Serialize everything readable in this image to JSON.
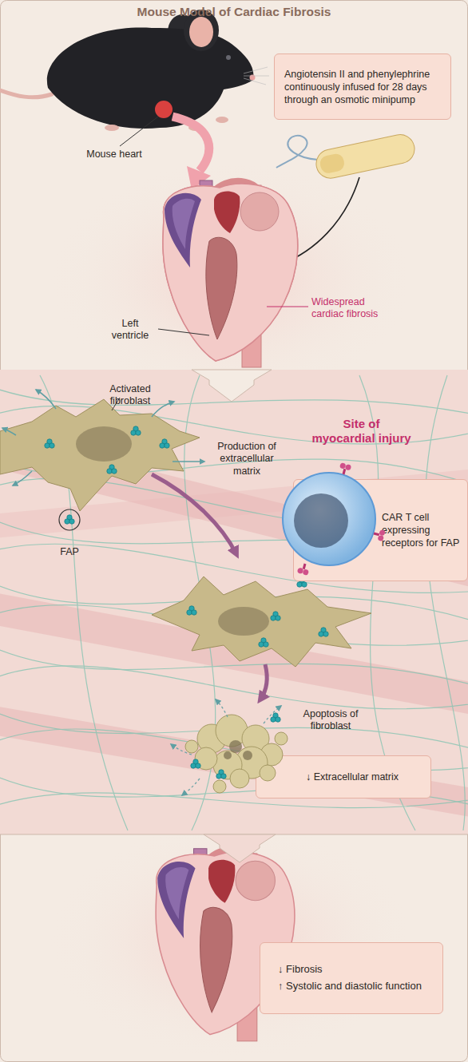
{
  "diagram": {
    "title": "Mouse Model of Cardiac Fibrosis",
    "nodes": [
      {
        "text": [
          "Angiotensin II and phenylephrine continuously infused for 28 days through an osmotic minipump"
        ]
      },
      {
        "text": [
          "CAR T cell expressing receptors for FAP"
        ]
      },
      {
        "text": [
          "↓ Extracellular matrix"
        ]
      },
      {
        "text": [
          "↓ Fibrosis",
          "↑ Systolic and diastolic function"
        ]
      }
    ],
    "labels": [
      "Mouse heart",
      "Left ventricle",
      "Widespread cardiac fibrosis",
      "Activated fibroblast",
      "Site of myocardial injury",
      "Production of extracellular matrix",
      "FAP",
      "Apoptosis of fibroblast"
    ]
  }
}
